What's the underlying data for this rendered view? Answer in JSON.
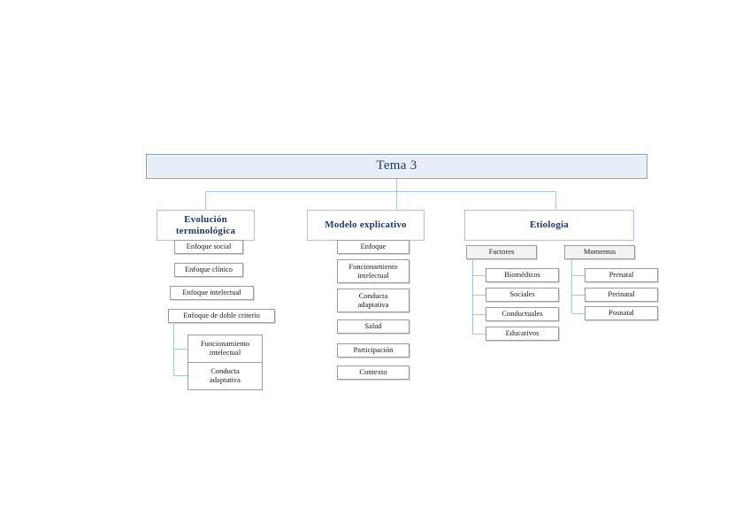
{
  "document": {
    "type": "hierarchical-organization-chart",
    "language": "es",
    "background_color": "#ffffff",
    "colors": {
      "title_fill": "#e8eef7",
      "title_border": "#7f9dc4",
      "title_text": "#1f3864",
      "header_border": "#a9c2e0",
      "header_text": "#1f3864",
      "box_border": "#9c9c9c",
      "box_text": "#1a1a1a",
      "connector": "#a8c4e2"
    }
  },
  "title": {
    "label": "Tema 3"
  },
  "branches": [
    {
      "id": "evolucion",
      "header": "Evolución terminológica",
      "header_lines": [
        "Evolución",
        "terminológica"
      ],
      "items": [
        {
          "label": "Enfoque social"
        },
        {
          "label": "Enfoque clínico"
        },
        {
          "label": "Enfoque intelectual"
        },
        {
          "label": "Enfoque de doble criterio",
          "children": [
            {
              "label": "Funcionamiento intelectual",
              "lines": [
                "Funcionamiento",
                "intelectual"
              ]
            },
            {
              "label": "Conducta adaptativa",
              "lines": [
                "Conducta",
                "adaptativa"
              ]
            }
          ]
        }
      ]
    },
    {
      "id": "modelo",
      "header": "Modelo explicativo",
      "header_lines": [
        "Modelo explicativo"
      ],
      "items": [
        {
          "label": "Enfoque",
          "lines": [
            "Enfoque"
          ]
        },
        {
          "label": "Funcionamiento intelectual",
          "lines": [
            "Funcionamiento",
            "intelectual"
          ]
        },
        {
          "label": "Conducta adaptativa",
          "lines": [
            "Conducta",
            "adaptativa"
          ]
        },
        {
          "label": "Salud",
          "lines": [
            "Salud"
          ]
        },
        {
          "label": "Participación",
          "lines": [
            "Participación"
          ]
        },
        {
          "label": "Contexto",
          "lines": [
            "Contexto"
          ]
        }
      ]
    },
    {
      "id": "etiologia",
      "header": "Etiología",
      "header_lines": [
        "Etiología"
      ],
      "groups": [
        {
          "label": "Factores",
          "children": [
            {
              "label": "Biomédicos"
            },
            {
              "label": "Sociales"
            },
            {
              "label": "Conductuales"
            },
            {
              "label": "Educativos"
            }
          ]
        },
        {
          "label": "Momentos",
          "children": [
            {
              "label": "Prenatal"
            },
            {
              "label": "Perinatal"
            },
            {
              "label": "Posnatal"
            }
          ]
        }
      ]
    }
  ]
}
